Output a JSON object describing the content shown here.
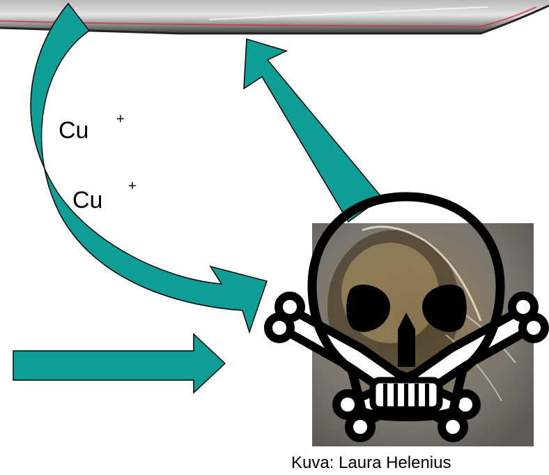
{
  "slide": {
    "ions": [
      {
        "symbol": "Cu",
        "charge": "+"
      },
      {
        "symbol": "Cu",
        "charge": "+"
      }
    ],
    "photo_credit": "Kuva: Laura Helenius"
  },
  "colors": {
    "arrow_fill": "#0d9e96",
    "arrow_stroke": "#000000",
    "skull": "#000000",
    "background": "#ffffff"
  },
  "icons": {
    "hull": "boat-hull",
    "warning": "skull-and-crossbones-icon",
    "organism": "plankton-photo"
  }
}
